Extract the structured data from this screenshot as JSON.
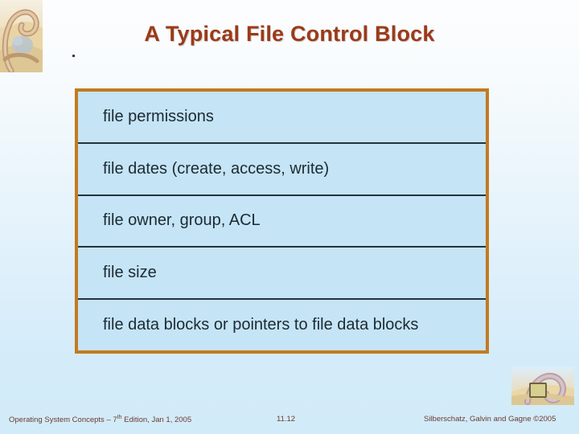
{
  "slide": {
    "title": "A Typical File Control Block",
    "title_color": "#9C3A17",
    "background_top_color": "#FDFDFE",
    "background_bottom_color": "#D2EBF9"
  },
  "figure": {
    "name": "file-control-block-diagram",
    "border_color": "#C37A20",
    "row_fill_color": "#C5E4F5",
    "divider_color": "#24333D",
    "rows": [
      {
        "label": "file permissions"
      },
      {
        "label": "file dates (create, access, write)"
      },
      {
        "label": "file owner, group, ACL"
      },
      {
        "label": "file size"
      },
      {
        "label": "file data blocks or pointers to file data blocks"
      }
    ]
  },
  "footer": {
    "left_prefix": "Operating System Concepts – 7",
    "left_superscript": "th",
    "left_suffix": " Edition, Jan 1, 2005",
    "page_number": "11.12",
    "right": "Silberschatz, Galvin and Gagne ©2005",
    "text_color": "#6B3A2E"
  },
  "decorations": {
    "logo_icon": "dinosaur-illustration",
    "corner_icon": "dinosaur-with-monitor-illustration"
  }
}
